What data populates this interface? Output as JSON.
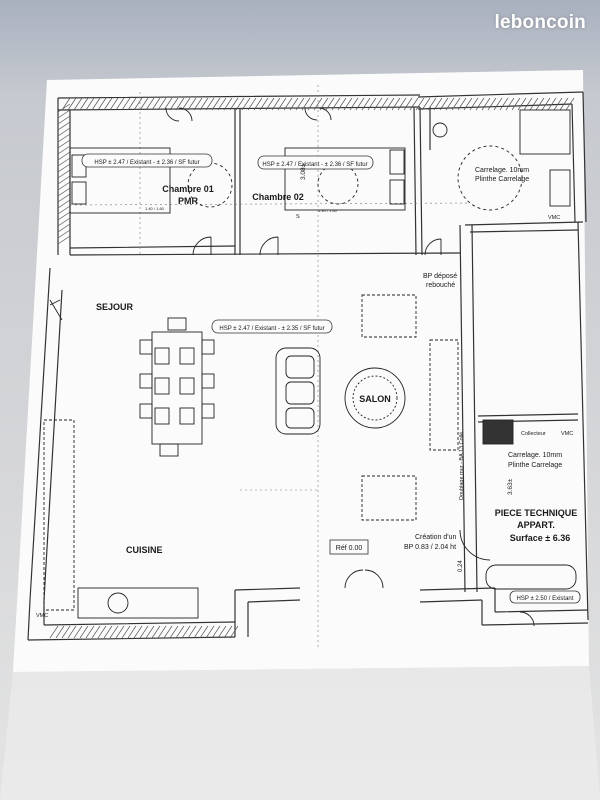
{
  "watermark": "leboncoin",
  "rooms": {
    "chambre01": [
      "Chambre 01",
      "PMR"
    ],
    "chambre02": "Chambre 02",
    "sejour": "SEJOUR",
    "salon": "SALON",
    "cuisine": "CUISINE",
    "piece_technique": [
      "PIECE TECHNIQUE",
      "APPART.",
      "Surface ± 6.36"
    ]
  },
  "notes": {
    "hsp_ch1": "HSP ± 2.47 / Existant - ± 2.36 / SF futur",
    "hsp_ch2": "HSP ± 2.47 / Existant - ± 2.36 / SF futur",
    "hsp_sejour": "HSP ± 2.47 / Existant - ± 2.35 / SF futur",
    "hsp_tech": "HSP ± 2.50 / Existant",
    "dim_ch2": "3.08±",
    "dim_tech": "3.63±",
    "dim_small": "0.24",
    "carrelage_sdb": [
      "Carrelage. 10mm",
      "Plinthe Carrelage"
    ],
    "carrelage_tech": [
      "Carrelage. 10mm",
      "Plinthe Carrelage"
    ],
    "bp_depose": [
      "BP déposé",
      "rebouché"
    ],
    "creation": [
      "Création d'un",
      "BP 0.83 / 2.04 ht"
    ],
    "ref": "Réf 0.00",
    "doublage": "Doublage mur - BA 13 Collé",
    "collecteur": "Collecteur",
    "vmc": "VMC",
    "s": "S",
    "small_1": "1.40 / 1.60",
    "small_2": "1.40 / 1.60"
  }
}
